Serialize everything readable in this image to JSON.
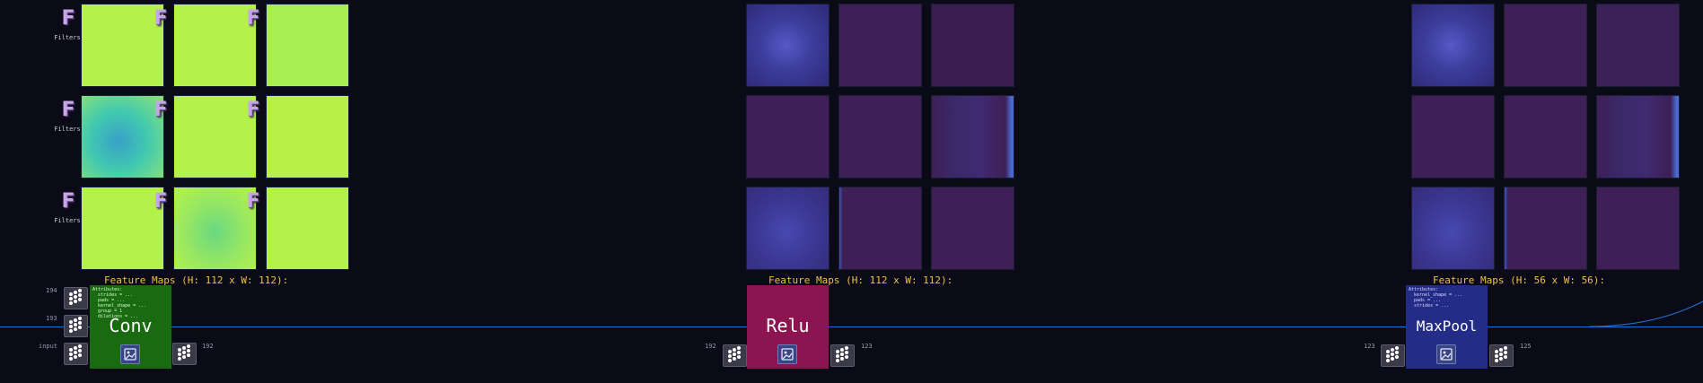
{
  "stages": [
    {
      "name": "conv",
      "filter_label": "Filters",
      "feature_maps_label": "Feature Maps (H: 112 x W: 112):",
      "node_title": "Conv",
      "node_color": "#1a6a12",
      "attributes_text": "Attributes:\n  strides = ...\n  pads = ...\n  kernel_shape = ...\n  group = 1\n  dilations = ...",
      "ports": {
        "top": "194",
        "mid": "193",
        "bottom": "input",
        "out": "192"
      }
    },
    {
      "name": "relu",
      "feature_maps_label": "Feature Maps (H: 112 x W: 112):",
      "node_title": "Relu",
      "node_color": "#8c1450",
      "ports": {
        "in": "192",
        "out": "123"
      }
    },
    {
      "name": "maxpool",
      "feature_maps_label": "Feature Maps (H: 56 x W: 56):",
      "node_title": "MaxPool",
      "node_color": "#232c86",
      "attributes_text": "Attributes:\n  kernel_shape = ...\n  pads = ...\n  strides = ...",
      "ports": {
        "in": "123",
        "out": "125"
      }
    }
  ],
  "colors": {
    "background": "#0a0b16",
    "edge": "#1f6fd0",
    "label": "#f0c040"
  }
}
